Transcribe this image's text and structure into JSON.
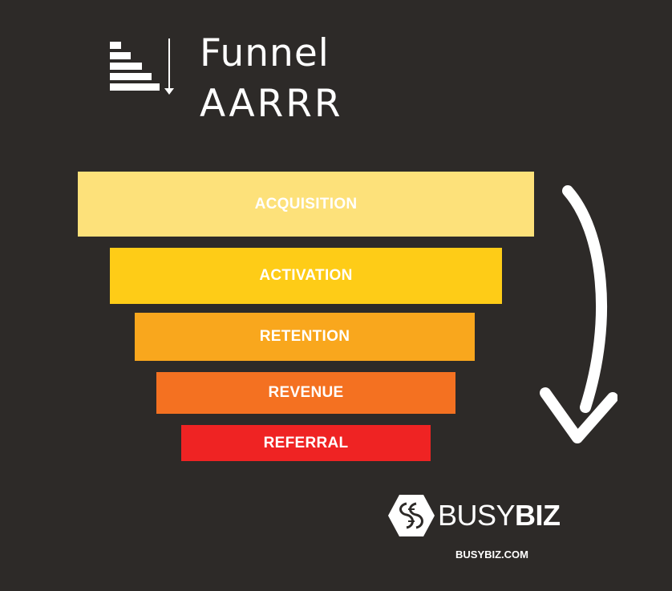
{
  "title": {
    "line1": "Funnel",
    "line2": "AARRR",
    "icon": "descending-bars-arrow-icon"
  },
  "funnel": {
    "stages": [
      {
        "label": "ACQUISITION",
        "color": "#fde17a"
      },
      {
        "label": "ACTIVATION",
        "color": "#fecc17"
      },
      {
        "label": "RETENTION",
        "color": "#f9a71d"
      },
      {
        "label": "REVENUE",
        "color": "#f47121"
      },
      {
        "label": "REFERRAL",
        "color": "#ef2323"
      }
    ],
    "flow_icon": "curved-down-arrow-icon"
  },
  "brand": {
    "name_light": "BUSY",
    "name_bold": "BIZ",
    "website": "BUSYBIZ.COM",
    "logo_icon": "hexagon-logo-icon"
  },
  "colors": {
    "background": "#2d2a28",
    "text": "#ffffff"
  }
}
